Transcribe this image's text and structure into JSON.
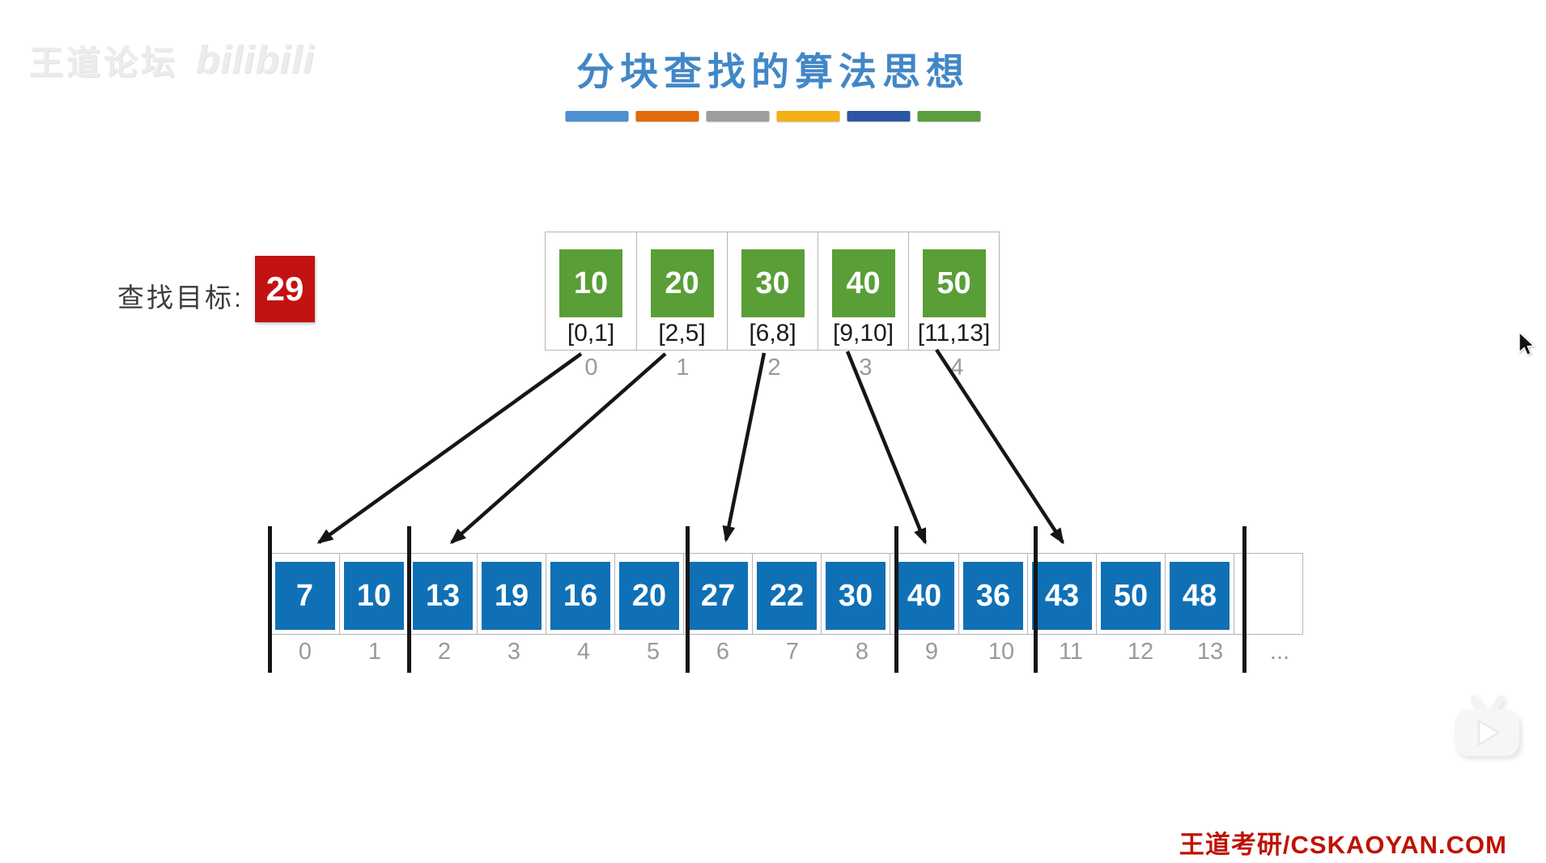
{
  "watermark": {
    "site": "王道论坛",
    "logo": "bilibili"
  },
  "title": {
    "text": "分块查找的算法思想"
  },
  "underline_bars": [
    "#4e8fd1",
    "#e26b0a",
    "#9d9d9d",
    "#f3b013",
    "#2d55a5",
    "#5b9e3c"
  ],
  "search_target": {
    "label": "查找目标:",
    "value": "29"
  },
  "index_table": {
    "entries": [
      {
        "max": "10",
        "range": "[0,1]",
        "index": "0"
      },
      {
        "max": "20",
        "range": "[2,5]",
        "index": "1"
      },
      {
        "max": "30",
        "range": "[6,8]",
        "index": "2"
      },
      {
        "max": "40",
        "range": "[9,10]",
        "index": "3"
      },
      {
        "max": "50",
        "range": "[11,13]",
        "index": "4"
      }
    ]
  },
  "array": {
    "cells": [
      {
        "value": "7",
        "index": "0"
      },
      {
        "value": "10",
        "index": "1"
      },
      {
        "value": "13",
        "index": "2"
      },
      {
        "value": "19",
        "index": "3"
      },
      {
        "value": "16",
        "index": "4"
      },
      {
        "value": "20",
        "index": "5"
      },
      {
        "value": "27",
        "index": "6"
      },
      {
        "value": "22",
        "index": "7"
      },
      {
        "value": "30",
        "index": "8"
      },
      {
        "value": "40",
        "index": "9"
      },
      {
        "value": "36",
        "index": "10"
      },
      {
        "value": "43",
        "index": "11"
      },
      {
        "value": "50",
        "index": "12"
      },
      {
        "value": "48",
        "index": "13"
      }
    ],
    "ellipsis": "..."
  },
  "footer": {
    "brand": "王道考研/CSKAOYAN.COM"
  },
  "colors": {
    "title": "#4287c6",
    "index_box": "#5a9e37",
    "array_box": "#0f70b6",
    "target_box": "#c31212",
    "footer_text": "#bf1200"
  }
}
